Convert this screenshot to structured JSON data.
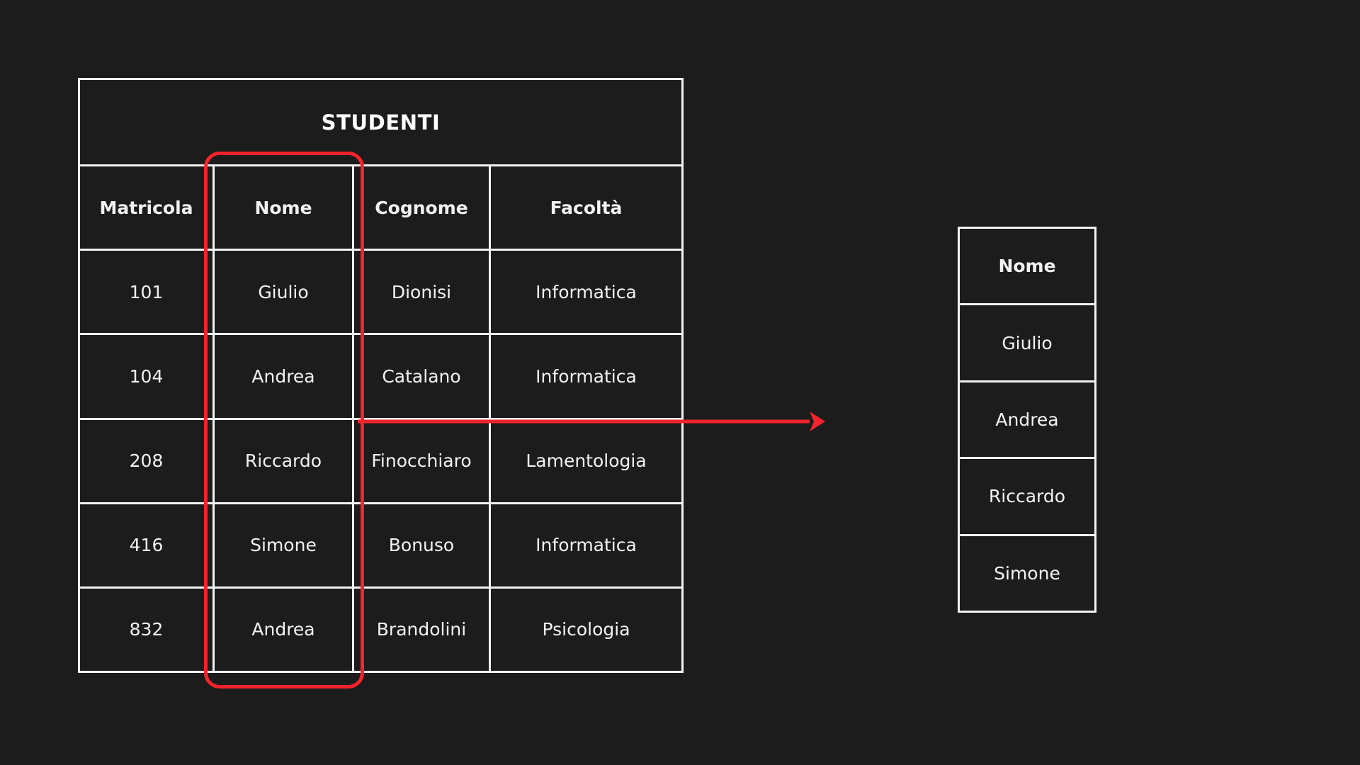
{
  "canvas": {
    "background_color": "#1c1c1c",
    "line_color": "#f2f2f2",
    "accent_color": "#f5232b"
  },
  "source_table": {
    "title": "STUDENTI",
    "columns": [
      "Matricola",
      "Nome",
      "Cognome",
      "Facoltà"
    ],
    "rows": [
      {
        "matricola": "101",
        "nome": "Giulio",
        "cognome": "Dionisi",
        "facolta": "Informatica"
      },
      {
        "matricola": "104",
        "nome": "Andrea",
        "cognome": "Catalano",
        "facolta": "Informatica"
      },
      {
        "matricola": "208",
        "nome": "Riccardo",
        "cognome": "Finocchiaro",
        "facolta": "Lamentologia"
      },
      {
        "matricola": "416",
        "nome": "Simone",
        "cognome": "Bonuso",
        "facolta": "Informatica"
      },
      {
        "matricola": "832",
        "nome": "Andrea",
        "cognome": "Brandolini",
        "facolta": "Psicologia"
      }
    ]
  },
  "highlight": {
    "target_column": "Nome",
    "color": "#f5232b"
  },
  "arrow": {
    "direction": "right",
    "color": "#f5232b"
  },
  "result_table": {
    "header": "Nome",
    "values": [
      "Giulio",
      "Andrea",
      "Riccardo",
      "Simone"
    ]
  }
}
